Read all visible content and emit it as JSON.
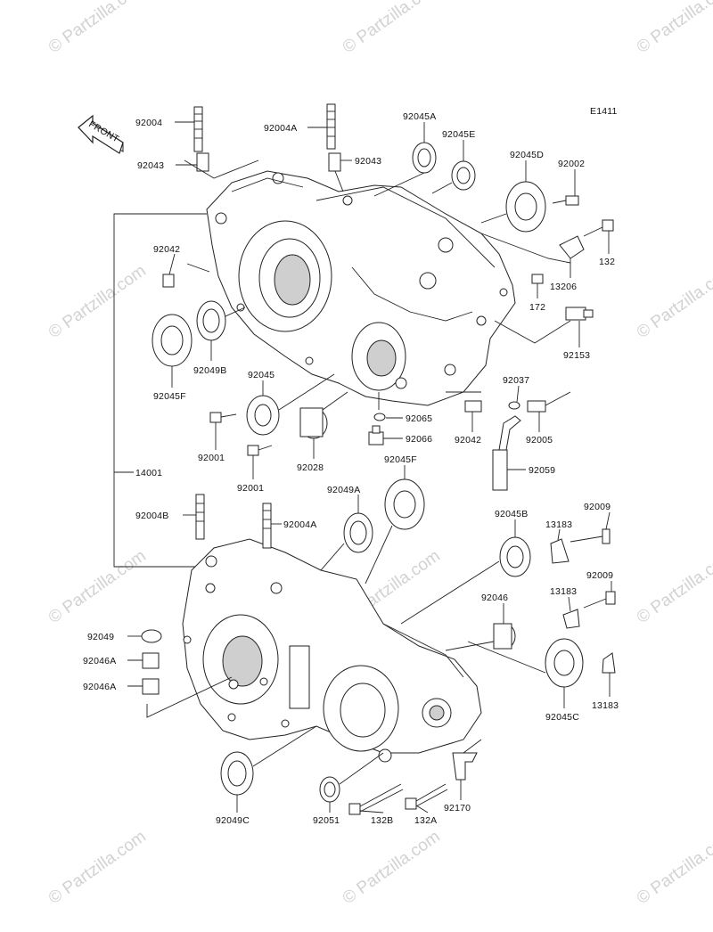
{
  "diagram_code": "E1411",
  "front_label": "FRONT",
  "watermark_text": "© Partzilla.com",
  "labels": {
    "p92004": "92004",
    "p92004A_top": "92004A",
    "p92045A": "92045A",
    "p92043_left": "92043",
    "p92043_right": "92043",
    "p92045E": "92045E",
    "p92045D": "92045D",
    "p92002": "92002",
    "p132": "132",
    "p92042_top": "92042",
    "p13206": "13206",
    "p172": "172",
    "p92153": "92153",
    "p92049B": "92049B",
    "p92045F_left": "92045F",
    "p92045": "92045",
    "p92037": "92037",
    "p92065": "92065",
    "p92066": "92066",
    "p92042_mid": "92042",
    "p92005": "92005",
    "p92001_a": "92001",
    "p92001_b": "92001",
    "p92028": "92028",
    "p92059": "92059",
    "p14001": "14001",
    "p92045F_mid": "92045F",
    "p92049A": "92049A",
    "p92045B": "92045B",
    "p13183_a": "13183",
    "p92009_a": "92009",
    "p92004B": "92004B",
    "p92004A_low": "92004A",
    "p13183_b": "13183",
    "p92009_b": "92009",
    "p92046": "92046",
    "p92049": "92049",
    "p92046A_a": "92046A",
    "p92046A_b": "92046A",
    "p13183_c": "13183",
    "p92045C": "92045C",
    "p92049C": "92049C",
    "p92051": "92051",
    "p132B": "132B",
    "p132A": "132A",
    "p92170": "92170"
  }
}
